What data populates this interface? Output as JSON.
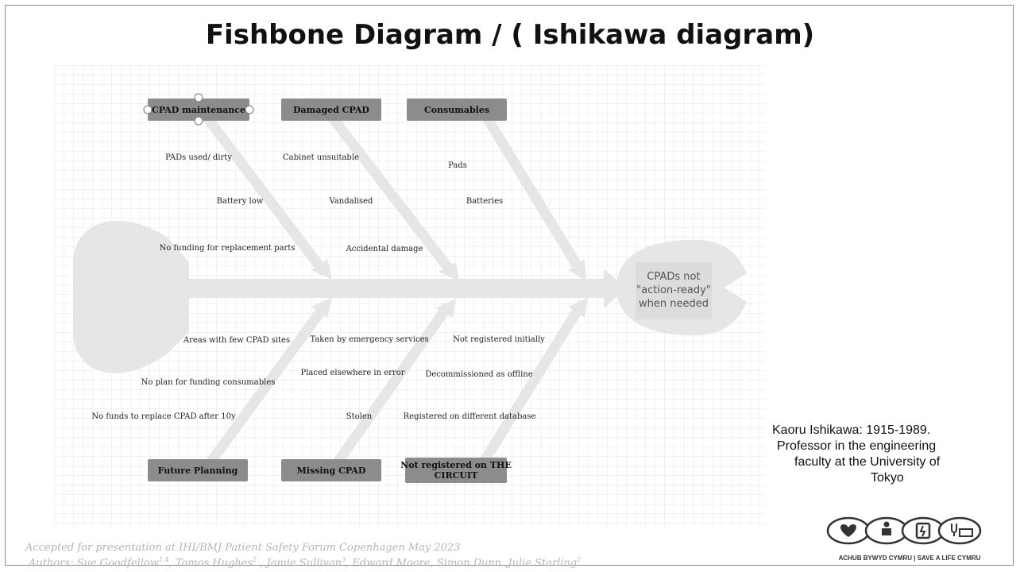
{
  "title": "Fishbone Diagram / ( Ishikawa diagram)",
  "head_text": [
    "CPADs not",
    "\"action-ready\"",
    "when needed"
  ],
  "categories": {
    "top": [
      "CPAD maintenance",
      "Damaged CPAD",
      "Consumables"
    ],
    "bottom": [
      "Future Planning",
      "Missing CPAD",
      "Not registered on THE",
      "CIRCUIT"
    ]
  },
  "causes": {
    "cpad_maintenance": [
      "PADs used/ dirty",
      "Battery low",
      "No funding for replacement parts"
    ],
    "damaged_cpad": [
      "Cabinet unsuitable",
      "Vandalised",
      "Accidental damage"
    ],
    "consumables": [
      "Pads",
      "Batteries"
    ],
    "future_planning": [
      "Areas with few CPAD sites",
      "No plan for funding consumables",
      "No funds to replace CPAD after 10y"
    ],
    "missing_cpad": [
      "Taken by emergency services",
      "Placed elsewhere in error",
      "Stolen"
    ],
    "not_registered": [
      "Not registered initially",
      "Decommissioned as offline",
      "Registered on different database"
    ]
  },
  "note": {
    "lines": [
      "Kaoru Ishikawa: 1915-1989.",
      "Professor in the engineering",
      "faculty at the University of",
      "Tokyo"
    ]
  },
  "credits": {
    "line1": "Accepted for presentation at IHI/BMJ  Patient Safety Forum Copenhagen May 2023",
    "authors_prefix": "Authors: Sue Goodfellow",
    "sup1": "1,4",
    "a2": ", Tomos Hughes",
    "sup2": "2",
    "a3": " , Jamie Sullivan",
    "sup3": "3",
    "a4": ",  Edward Moore, Simon Dunn ,Julie Starling",
    "sup4": "2"
  },
  "logo_caption": "ACHUB BYWYD CYMRU | SAVE A LIFE CYMRU",
  "colors": {
    "box": "#8c8c8c",
    "bone": "#e6e6e6",
    "grid": "#e4e4e4",
    "credit": "#b5b5b5"
  }
}
